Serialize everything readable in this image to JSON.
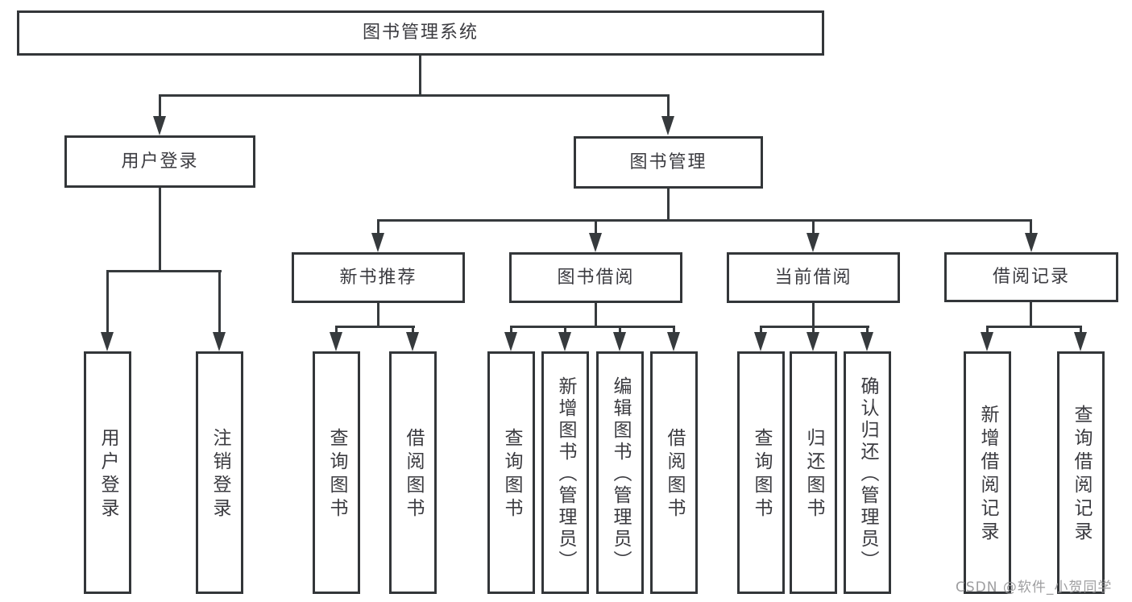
{
  "nodes": {
    "root": "图书管理系统",
    "user_login": "用户登录",
    "book_mgmt": "图书管理",
    "new_book_rec": "新书推荐",
    "book_borrow": "图书借阅",
    "current_borrow": "当前借阅",
    "borrow_records": "借阅记录",
    "ul_user_login": "用户登录",
    "ul_logout": "注销登录",
    "nbr_query_book": "查询图书",
    "nbr_borrow_book": "借阅图书",
    "bb_query_book": "查询图书",
    "bb_add_book_admin": "新增图书（管理员）",
    "bb_edit_book_admin": "编辑图书（管理员）",
    "bb_borrow_book": "借阅图书",
    "cb_query_book": "查询图书",
    "cb_return_book": "归还图书",
    "cb_confirm_return_admin": "确认归还（管理员）",
    "br_add_record": "新增借阅记录",
    "br_query_record": "查询借阅记录"
  },
  "watermark": "CSDN @软件_小贺同学",
  "colors": {
    "line": "#363a3d",
    "text": "#3b3b40",
    "watermark": "#949496",
    "background": "#ffffff"
  }
}
